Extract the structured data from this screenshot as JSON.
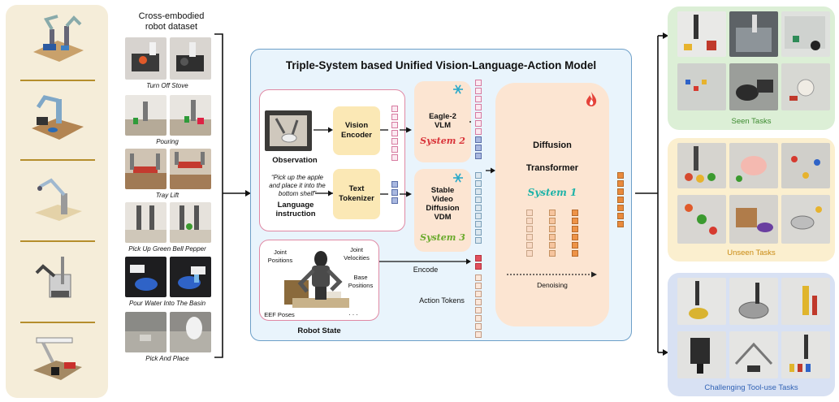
{
  "dataset": {
    "heading_line1": "Cross-embodied",
    "heading_line2": "robot dataset",
    "tasks": [
      "Turn Off Stove",
      "Pouring",
      "Tray Lift",
      "Pick Up Green Bell Pepper",
      "Pour Water Into The Basin",
      "Pick And Place"
    ]
  },
  "model": {
    "title": "Triple-System based Unified Vision-Language-Action Model",
    "observation_label": "Observation",
    "instruction_quote_line1": "“Pick up the apple",
    "instruction_quote_line2": "and place it into the",
    "instruction_quote_line3": "bottom shelf”",
    "instruction_label_line1": "Language",
    "instruction_label_line2": "instruction",
    "vision_encoder_line1": "Vision",
    "vision_encoder_line2": "Encoder",
    "text_tokenizer_line1": "Text",
    "text_tokenizer_line2": "Tokenizer",
    "vlm_line1": "Eagle-2",
    "vlm_line2": "VLM",
    "system2": "System 2",
    "vdm_line1": "Stable",
    "vdm_line2": "Video",
    "vdm_line3": "Diffusion",
    "vdm_line4": "VDM",
    "system3": "System 3",
    "dit_line1": "Diffusion",
    "dit_line2": "Transformer",
    "system1": "System 1",
    "denoising": "Denoising",
    "encode": "Encode",
    "action_tokens": "Action Tokens",
    "robot_state": {
      "title": "Robot State",
      "joint_positions_line1": "Joint",
      "joint_positions_line2": "Positions",
      "joint_velocities_line1": "Joint",
      "joint_velocities_line2": "Velocities",
      "base_positions_line1": "Base",
      "base_positions_line2": "Positions",
      "eef_poses": "EEF Poses",
      "ellipsis": ". . ."
    }
  },
  "tasks": {
    "seen": "Seen Tasks",
    "unseen": "Unseen Tasks",
    "challenging": "Challenging Tool-use Tasks"
  },
  "colors": {
    "system1": "#1fb3a8",
    "system2": "#d9343a",
    "system3": "#6aaa2c",
    "seen_bg": "#dcefd6",
    "seen_title": "#3c8a2f",
    "unseen_bg": "#fbefcf",
    "unseen_title": "#c98a12",
    "challenging_bg": "#d8e1f3",
    "challenging_title": "#3263b5"
  }
}
